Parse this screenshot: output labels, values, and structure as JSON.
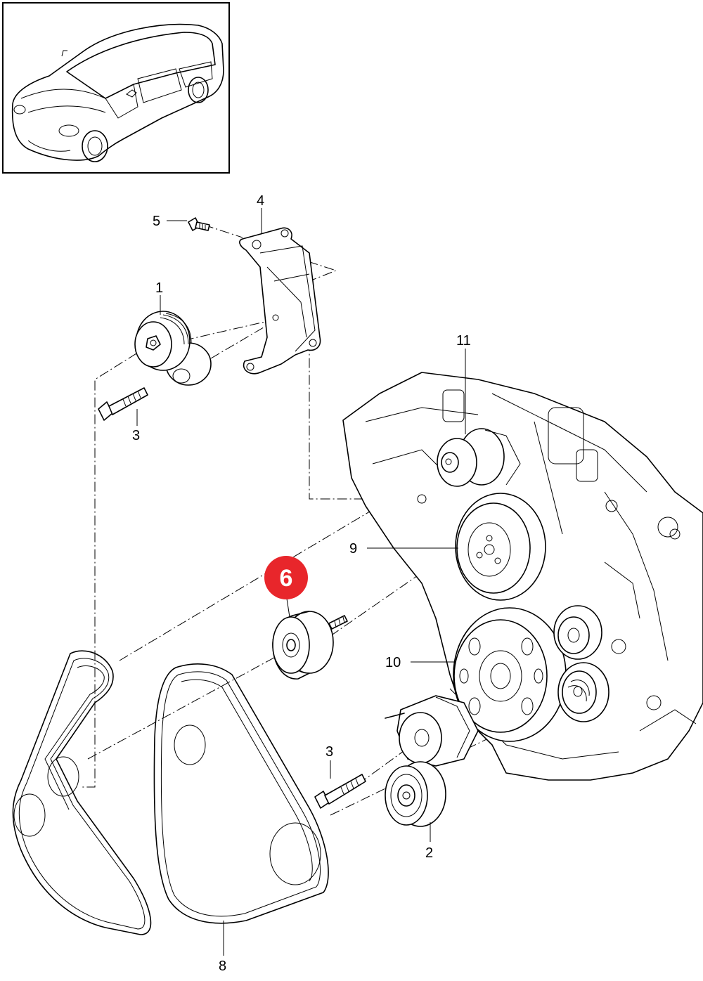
{
  "callouts": {
    "c1": "1",
    "c2": "2",
    "c3a": "3",
    "c3b": "3",
    "c4": "4",
    "c5": "5",
    "c6": "6",
    "c8": "8",
    "c9": "9",
    "c10": "10",
    "c11": "11"
  },
  "highlight": {
    "part": "6",
    "color": "#e8262b"
  },
  "icons": {
    "vehicle": "sports-sedan-thumbnail"
  }
}
